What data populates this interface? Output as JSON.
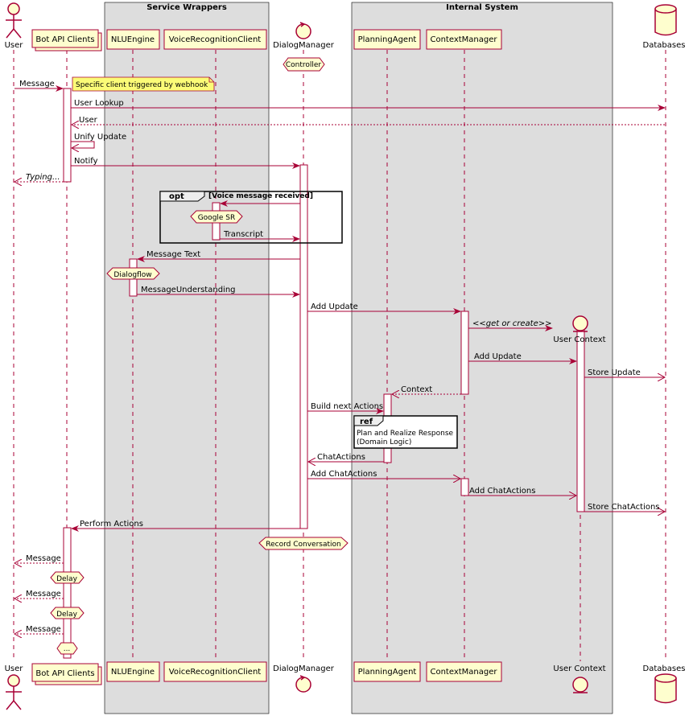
{
  "boxes": {
    "service_wrappers": "Service Wrappers",
    "internal_system": "Internal System"
  },
  "participants": {
    "user": "User",
    "bot_api_clients": "Bot API Clients",
    "nlu_engine": "NLUEngine",
    "voice_recognition_client": "VoiceRecognitionClient",
    "dialog_manager": "DialogManager",
    "planning_agent": "PlanningAgent",
    "context_manager": "ContextManager",
    "user_context": "User Context",
    "databases": "Databases"
  },
  "hexagons": {
    "controller": "Controller",
    "google_sr": "Google SR",
    "dialogflow": "Dialogflow",
    "record_conversation": "Record Conversation",
    "delay_1": "Delay",
    "delay_2": "Delay",
    "ellipsis": "..."
  },
  "note": "Specific client triggered by webhook",
  "fragments": {
    "opt_keyword": "opt",
    "opt_condition": "[Voice message received]",
    "ref_keyword": "ref",
    "ref_line1": "Plan and Realize Response",
    "ref_line2": "(Domain Logic)"
  },
  "messages": {
    "m_message_in": "Message",
    "m_user_lookup": "User Lookup",
    "m_user_return": "User",
    "m_unify_update": "Unify Update",
    "m_notify": "Notify",
    "m_typing": "Typing...",
    "m_transcript": "Transcript",
    "m_message_text": "Message Text",
    "m_message_understanding": "MessageUnderstanding",
    "m_add_update": "Add Update",
    "m_get_or_create": "<<get or create>>",
    "m_add_update_2": "Add Update",
    "m_store_update": "Store Update",
    "m_context": "Context",
    "m_build_next_actions": "Build next Actions",
    "m_chat_actions": "ChatActions",
    "m_add_chat_actions": "Add ChatActions",
    "m_add_chat_actions_2": "Add ChatActions",
    "m_store_chat_actions": "Store ChatActions",
    "m_perform_actions": "Perform Actions",
    "m_message_out_1": "Message",
    "m_message_out_2": "Message",
    "m_message_out_3": "Message"
  },
  "colors": {
    "arrow": "#A80036",
    "participant_fill": "#FEFECE",
    "box_fill": "#DDDDDD",
    "note_fill": "#FBFB77",
    "hex_fill": "#FEFECE"
  }
}
